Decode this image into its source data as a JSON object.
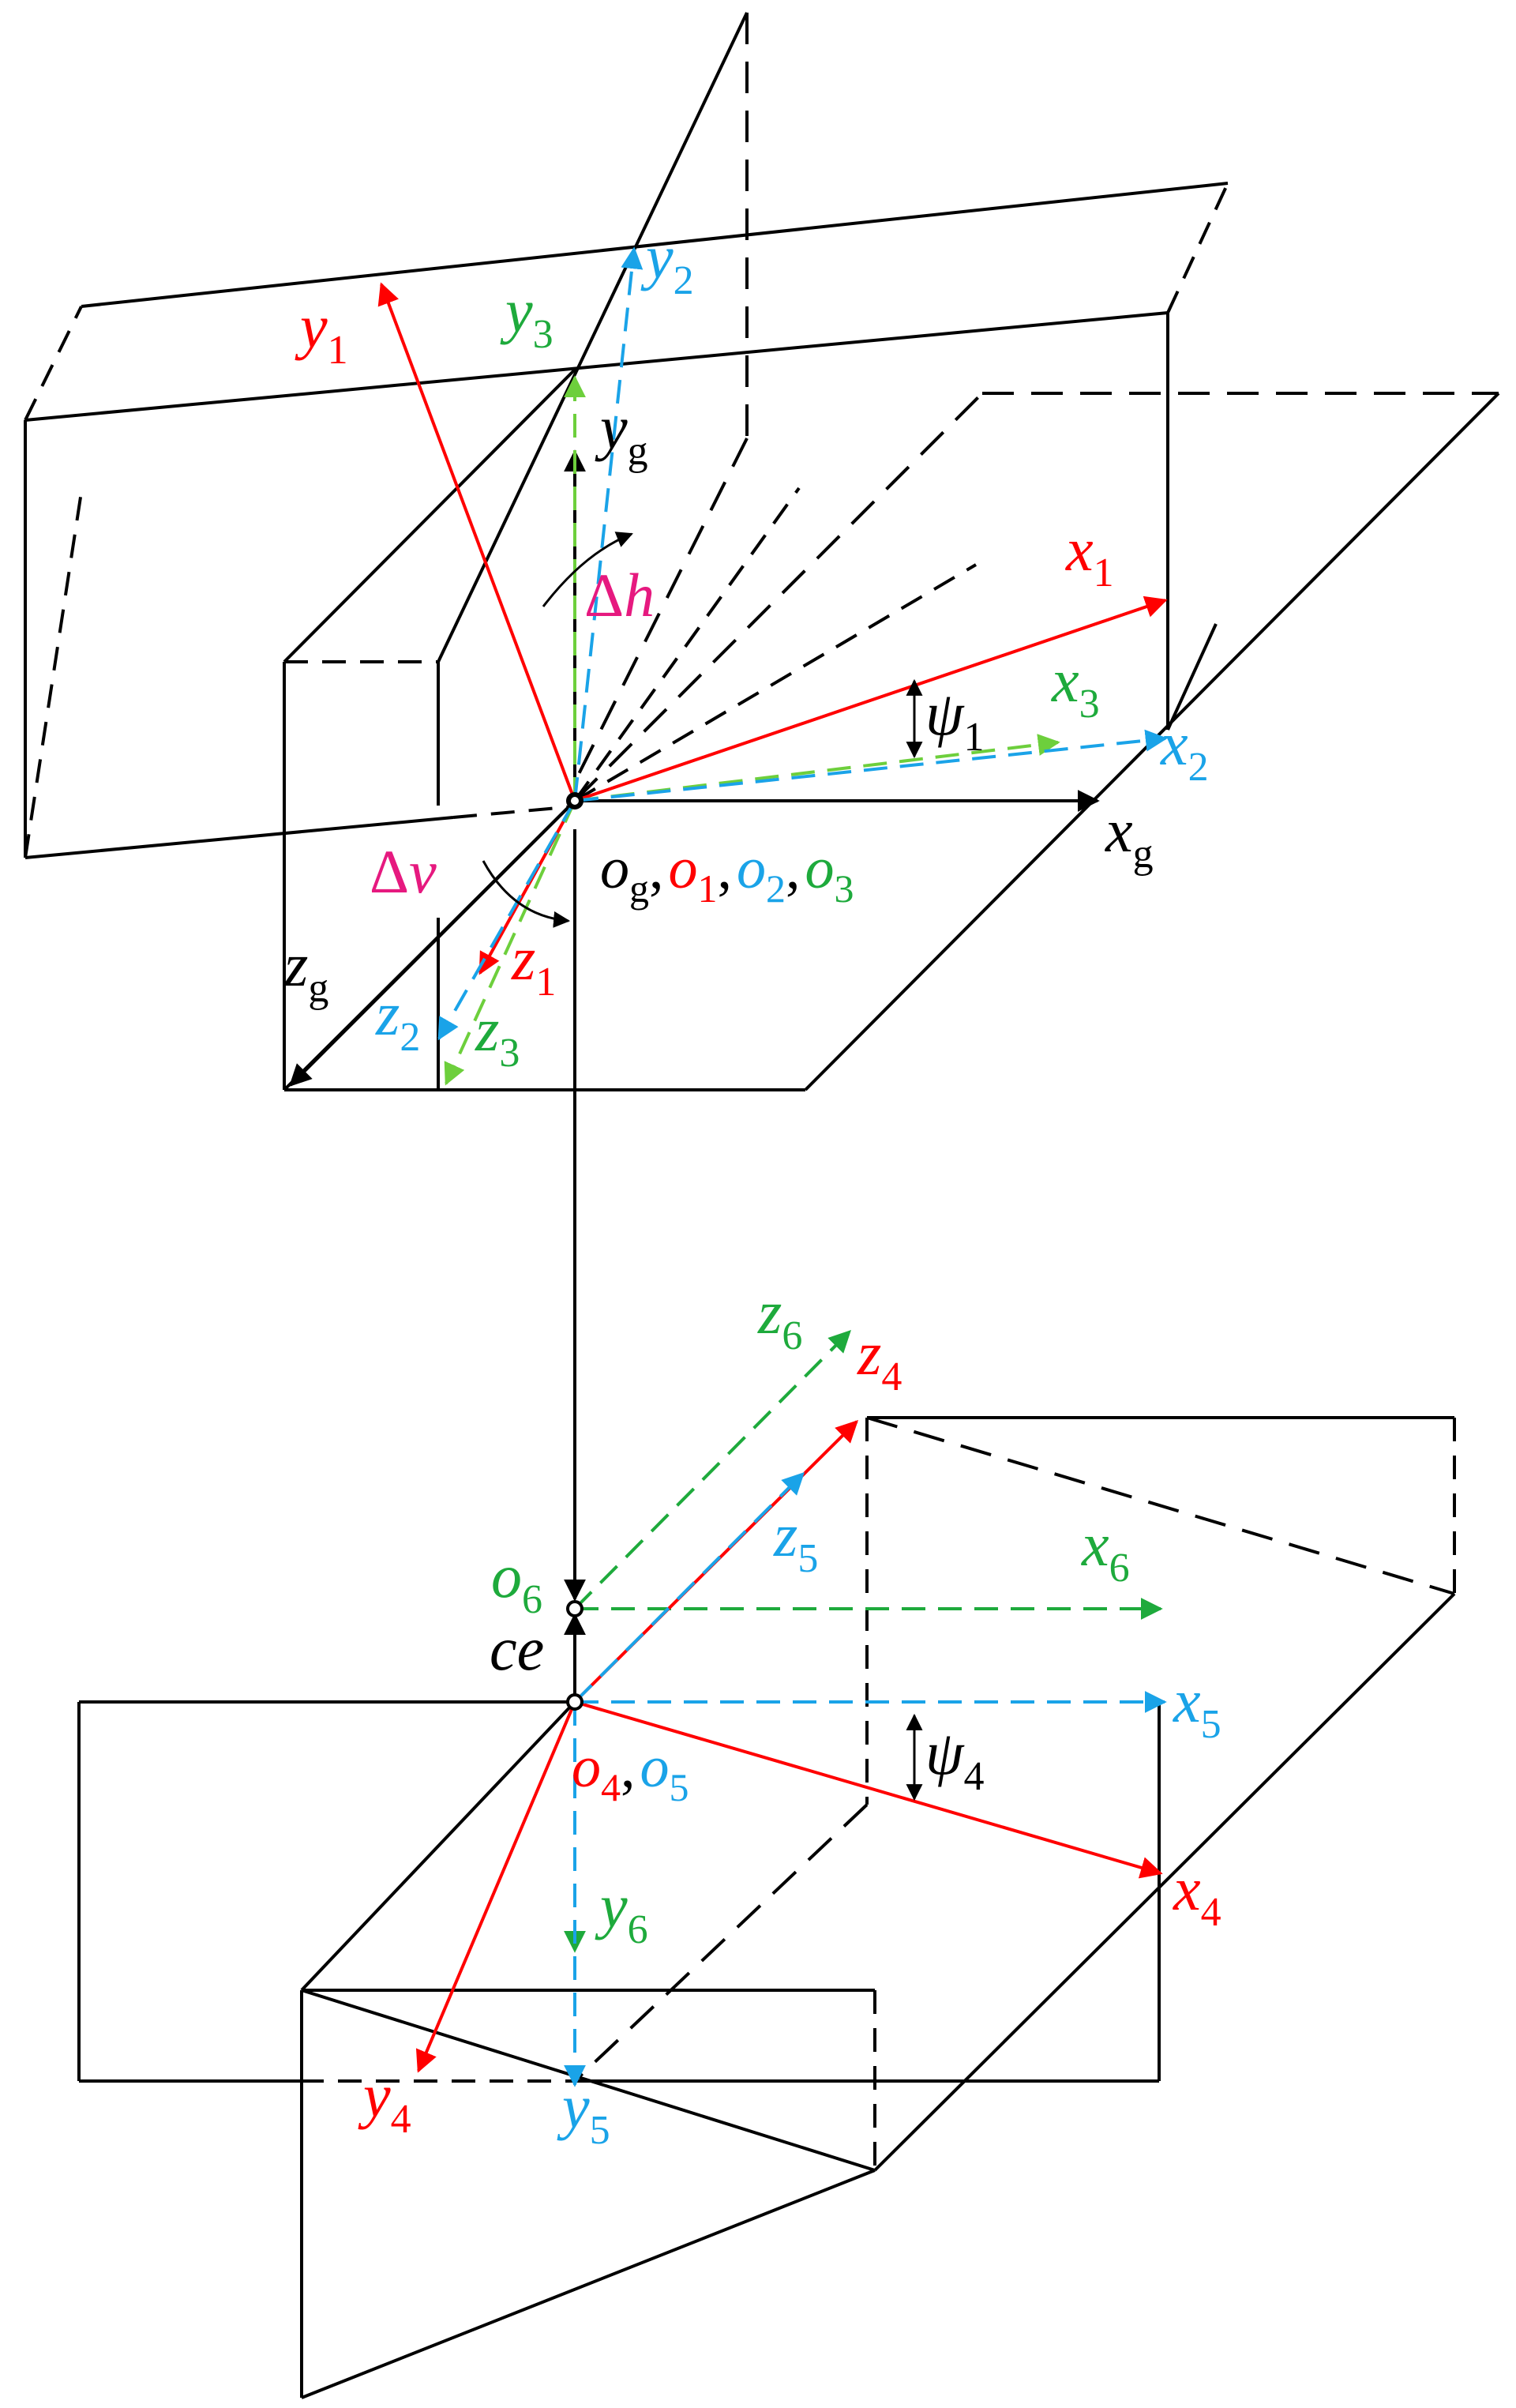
{
  "colors": {
    "black": "#000000",
    "red": "#ff0000",
    "cyan": "#1aa3e8",
    "lightgreen": "#6dcf3c",
    "green": "#1eaa3c",
    "magenta": "#e6197f"
  },
  "labels": {
    "y1": {
      "base": "y",
      "sub": "1"
    },
    "y2": {
      "base": "y",
      "sub": "2"
    },
    "y3": {
      "base": "y",
      "sub": "3"
    },
    "yg": {
      "base": "y",
      "sub": "g"
    },
    "x1": {
      "base": "x",
      "sub": "1"
    },
    "x2": {
      "base": "x",
      "sub": "2"
    },
    "x3": {
      "base": "x",
      "sub": "3"
    },
    "xg": {
      "base": "x",
      "sub": "g"
    },
    "z1": {
      "base": "z",
      "sub": "1"
    },
    "z2": {
      "base": "z",
      "sub": "2"
    },
    "z3": {
      "base": "z",
      "sub": "3"
    },
    "zg": {
      "base": "z",
      "sub": "g"
    },
    "psi1": {
      "base": "ψ",
      "sub": "1"
    },
    "dh": {
      "sym": "Δ",
      "base": "h"
    },
    "dv": {
      "sym": "Δ",
      "base": "v"
    },
    "og": {
      "base": "o",
      "sub": "g"
    },
    "o1": {
      "base": "o",
      "sub": "1"
    },
    "o2": {
      "base": "o",
      "sub": "2"
    },
    "o3": {
      "base": "o",
      "sub": "3"
    },
    "z4": {
      "base": "z",
      "sub": "4"
    },
    "z5": {
      "base": "z",
      "sub": "5"
    },
    "z6": {
      "base": "z",
      "sub": "6"
    },
    "x4": {
      "base": "x",
      "sub": "4"
    },
    "x5": {
      "base": "x",
      "sub": "5"
    },
    "x6": {
      "base": "x",
      "sub": "6"
    },
    "y4": {
      "base": "y",
      "sub": "4"
    },
    "y5": {
      "base": "y",
      "sub": "5"
    },
    "y6": {
      "base": "y",
      "sub": "6"
    },
    "o4": {
      "base": "o",
      "sub": "4"
    },
    "o5": {
      "base": "o",
      "sub": "5"
    },
    "o6": {
      "base": "o",
      "sub": "6"
    },
    "ce": {
      "base": "ce"
    },
    "psi4": {
      "base": "ψ",
      "sub": "4"
    },
    "comma": ","
  }
}
